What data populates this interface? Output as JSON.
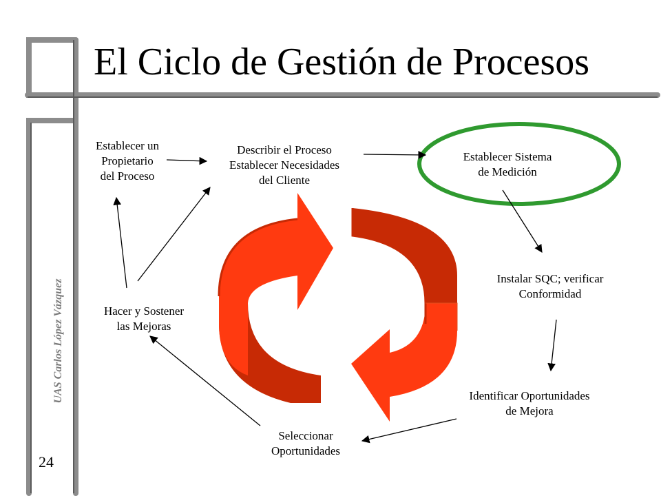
{
  "slide": {
    "title": "El Ciclo de Gestión de Procesos",
    "author_label": "UAS Carlos López Vázquez",
    "page_number": "24"
  },
  "colors": {
    "frame_gray": "#8c8c8c",
    "frame_dark": "#5a5a5a",
    "highlight_ellipse": "#2f9a2f",
    "arrow_front": "#ff3a10",
    "arrow_side": "#c72a05"
  },
  "nodes": {
    "propietario": "Establecer un\nPropietario\ndel Proceso",
    "describir": "Describir el Proceso\nEstablecer Necesidades\ndel Cliente",
    "medicion": "Establecer Sistema\nde Medición",
    "sqc": "Instalar SQC; verificar\nConformidad",
    "identificar": "Identificar Oportunidades\nde Mejora",
    "seleccionar": "Seleccionar\nOportunidades",
    "hacer": "Hacer y Sostener\nlas Mejoras"
  }
}
